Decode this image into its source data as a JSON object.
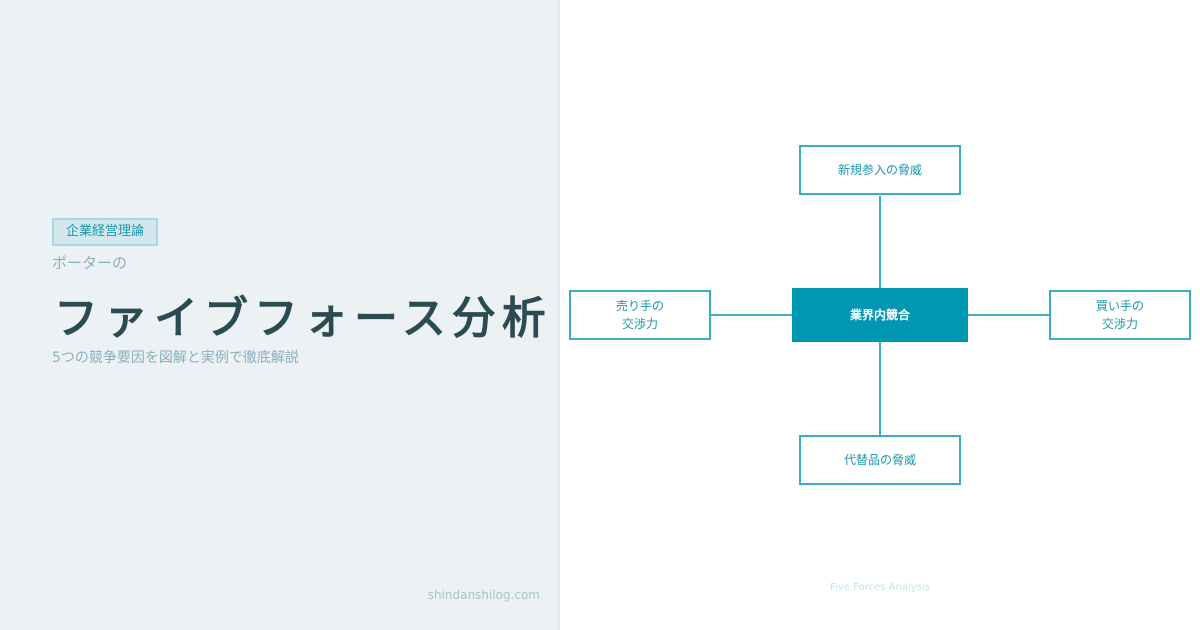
{
  "category": "企業経営理論",
  "pre_title": "ポーターの",
  "title": "ファイブフォース分析",
  "subtitle": "5つの競争要因を図解と実例で徹底解説",
  "site": "shindanshilog.com",
  "diagram": {
    "center": "業界内競合",
    "top": "新規参入の脅威",
    "bottom": "代替品の脅威",
    "left_l1": "売り手の",
    "left_l2": "交渉力",
    "right_l1": "買い手の",
    "right_l2": "交渉力",
    "caption": "Five Forces Analysis"
  },
  "colors": {
    "accent": "#0097b2",
    "title": "#2b4a52",
    "left_bg": "#ecf1f4"
  }
}
